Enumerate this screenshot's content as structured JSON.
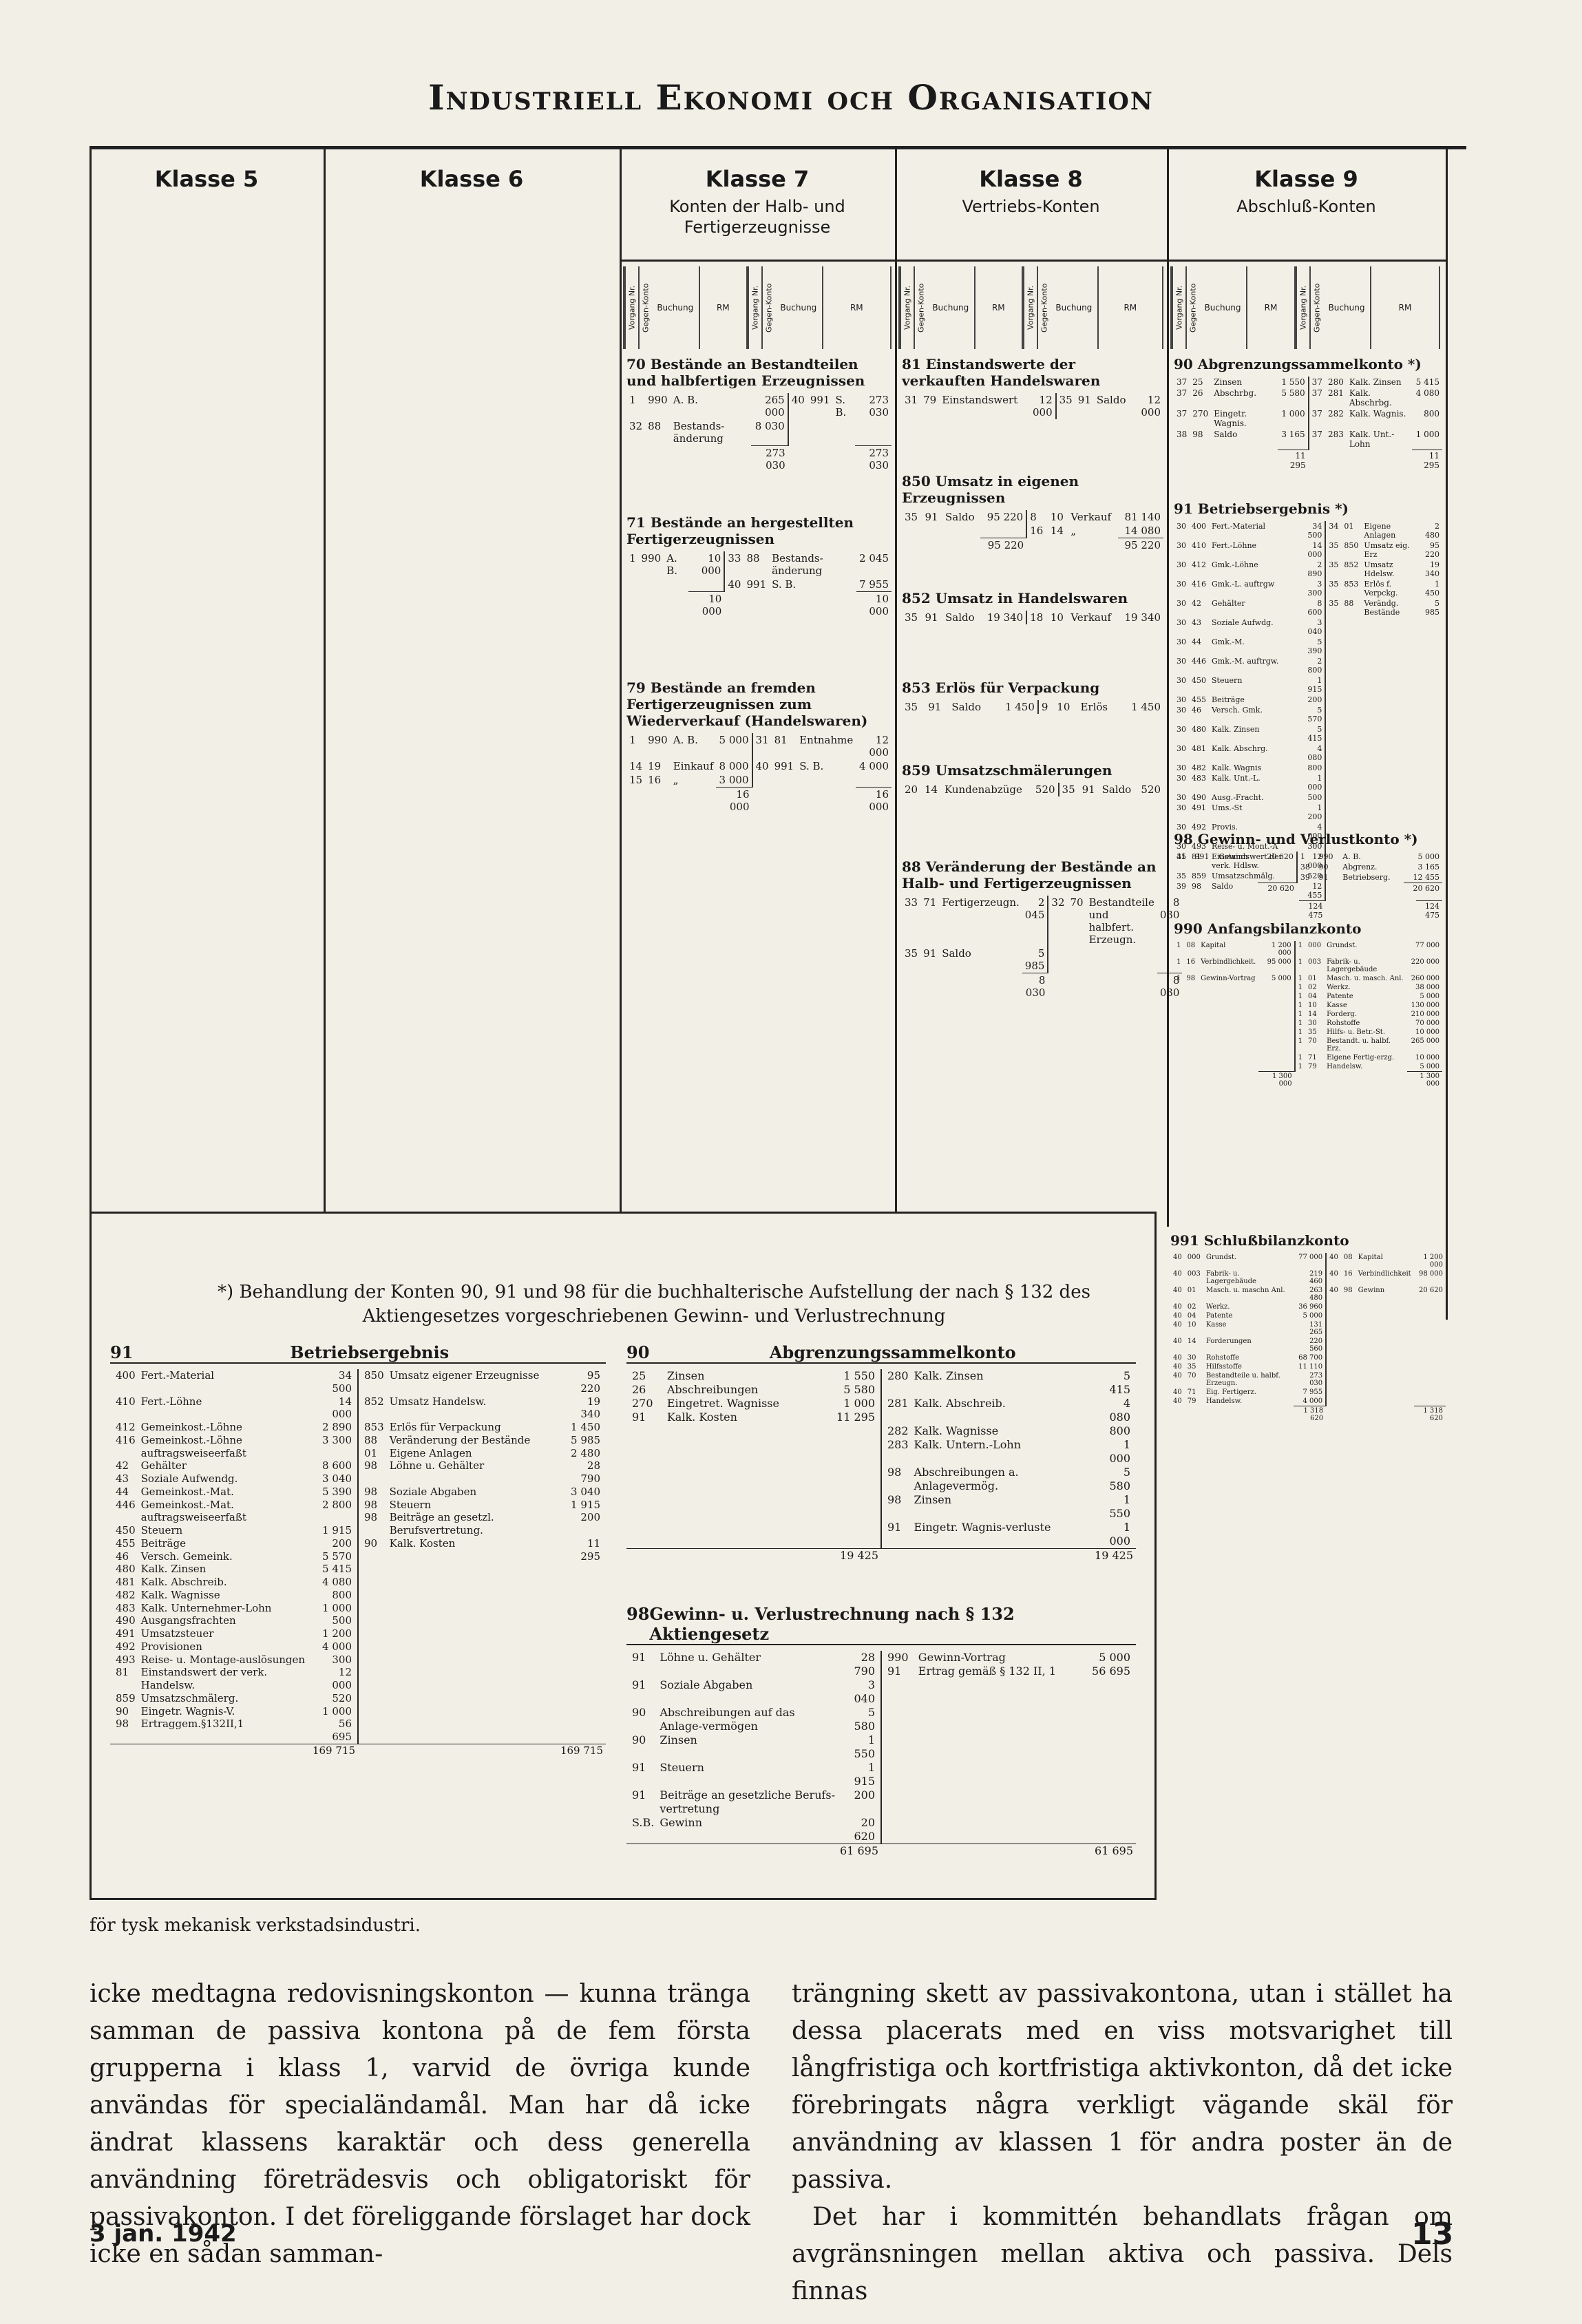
{
  "header": {
    "title": "Industriell Ekonomi och Organisation"
  },
  "classes": [
    {
      "name": "Klasse 5",
      "sub": ""
    },
    {
      "name": "Klasse 6",
      "sub": ""
    },
    {
      "name": "Klasse 7",
      "sub": "Konten der Halb- und Fertigerzeugnisse"
    },
    {
      "name": "Klasse 8",
      "sub": "Vertriebs-Konten"
    },
    {
      "name": "Klasse 9",
      "sub": "Abschluß-Konten"
    }
  ],
  "colheads": {
    "vorgang": "Vorgang Nr.",
    "gegen": "Gegen-Konto",
    "buchung": "Buchung",
    "rm": "RM"
  },
  "k7": {
    "a70": {
      "title": "70   Bestände an Bestandteilen und halbfertigen Erzeugnissen",
      "rows": [
        [
          "1",
          "990",
          "A. B.",
          "265 000",
          "40",
          "991",
          "S. B.",
          "273 030"
        ],
        [
          "32",
          "88",
          "Bestands-änderung",
          "8 030",
          "",
          "",
          "",
          ""
        ]
      ],
      "total": "273 030"
    },
    "a71": {
      "title": "71   Bestände an hergestellten Fertigerzeugnissen",
      "rows": [
        [
          "1",
          "990",
          "A. B.",
          "10 000",
          "33",
          "88",
          "Bestands-änderung",
          "2 045"
        ],
        [
          "",
          "",
          "",
          "",
          "40",
          "991",
          "S. B.",
          "7 955"
        ]
      ],
      "total": "10 000"
    },
    "a79": {
      "title": "79   Bestände an fremden Fertigerzeugnissen zum Wiederverkauf (Handelswaren)",
      "rows": [
        [
          "1",
          "990",
          "A. B.",
          "5 000",
          "31",
          "81",
          "Entnahme",
          "12 000"
        ],
        [
          "14",
          "19",
          "Einkauf",
          "8 000",
          "40",
          "991",
          "S. B.",
          "4 000"
        ],
        [
          "15",
          "16",
          "„",
          "3 000",
          "",
          "",
          "",
          ""
        ]
      ],
      "total": "16 000"
    }
  },
  "k8": {
    "a81": {
      "title": "81 Einstandswerte der verkauften Handelswaren",
      "rows": [
        [
          "31",
          "79",
          "Einstandswert",
          "12 000",
          "35",
          "91",
          "Saldo",
          "12 000"
        ]
      ]
    },
    "a850": {
      "title": "850 Umsatz in eigenen Erzeugnissen",
      "rows": [
        [
          "35",
          "91",
          "Saldo",
          "95 220",
          "8",
          "10",
          "Verkauf",
          "81 140"
        ],
        [
          "",
          "",
          "",
          "",
          "16",
          "14",
          "„",
          "14 080"
        ]
      ],
      "total": "95 220"
    },
    "a852": {
      "title": "852   Umsatz in Handelswaren",
      "rows": [
        [
          "35",
          "91",
          "Saldo",
          "19 340",
          "18",
          "10",
          "Verkauf",
          "19 340"
        ]
      ]
    },
    "a853": {
      "title": "853   Erlös für Verpackung",
      "rows": [
        [
          "35",
          "91",
          "Saldo",
          "1 450",
          "9",
          "10",
          "Erlös",
          "1 450"
        ]
      ]
    },
    "a859": {
      "title": "859   Umsatzschmälerungen",
      "rows": [
        [
          "20",
          "14",
          "Kundenabzüge",
          "520",
          "35",
          "91",
          "Saldo",
          "520"
        ]
      ]
    },
    "a88": {
      "title": "88 Veränderung der Bestände an Halb- und Fertigerzeugnissen",
      "rows": [
        [
          "33",
          "71",
          "Fertigerzeugn.",
          "2 045",
          "32",
          "70",
          "Bestandteile und halbfert. Erzeugn.",
          "8 030"
        ],
        [
          "35",
          "91",
          "Saldo",
          "5 985",
          "",
          "",
          "",
          ""
        ]
      ],
      "total": "8 030"
    }
  },
  "k9": {
    "a90": {
      "title": "90   Abgrenzungssammelkonto *)",
      "rows": [
        [
          "37",
          "25",
          "Zinsen",
          "1 550",
          "37",
          "280",
          "Kalk. Zinsen",
          "5 415"
        ],
        [
          "37",
          "26",
          "Abschrbg.",
          "5 580",
          "37",
          "281",
          "Kalk. Abschrbg.",
          "4 080"
        ],
        [
          "37",
          "270",
          "Eingetr. Wagnis.",
          "1 000",
          "37",
          "282",
          "Kalk. Wagnis.",
          "800"
        ],
        [
          "38",
          "98",
          "Saldo",
          "3 165",
          "37",
          "283",
          "Kalk. Unt.-Lohn",
          "1 000"
        ]
      ],
      "total": "11 295"
    },
    "a91": {
      "title": "91   Betriebsergebnis *)",
      "rows": [
        [
          "30",
          "400",
          "Fert.-Material",
          "34 500",
          "34",
          "01",
          "Eigene Anlagen",
          "2 480"
        ],
        [
          "30",
          "410",
          "Fert.-Löhne",
          "14 000",
          "35",
          "850",
          "Umsatz eig. Erz",
          "95 220"
        ],
        [
          "30",
          "412",
          "Gmk.-Löhne",
          "2 890",
          "35",
          "852",
          "Umsatz Hdelsw.",
          "19 340"
        ],
        [
          "30",
          "416",
          "Gmk.-L. auftrgw",
          "3 300",
          "35",
          "853",
          "Erlös f. Verpckg.",
          "1 450"
        ],
        [
          "30",
          "42",
          "Gehälter",
          "8 600",
          "35",
          "88",
          "Verändg. Bestände",
          "5 985"
        ],
        [
          "30",
          "43",
          "Soziale Aufwdg.",
          "3 040",
          "",
          "",
          "",
          ""
        ],
        [
          "30",
          "44",
          "Gmk.-M.",
          "5 390",
          "",
          "",
          "",
          ""
        ],
        [
          "30",
          "446",
          "Gmk.-M. auftrgw.",
          "2 800",
          "",
          "",
          "",
          ""
        ],
        [
          "30",
          "450",
          "Steuern",
          "1 915",
          "",
          "",
          "",
          ""
        ],
        [
          "30",
          "455",
          "Beiträge",
          "200",
          "",
          "",
          "",
          ""
        ],
        [
          "30",
          "46",
          "Versch. Gmk.",
          "5 570",
          "",
          "",
          "",
          ""
        ],
        [
          "30",
          "480",
          "Kalk. Zinsen",
          "5 415",
          "",
          "",
          "",
          ""
        ],
        [
          "30",
          "481",
          "Kalk. Abschrg.",
          "4 080",
          "",
          "",
          "",
          ""
        ],
        [
          "30",
          "482",
          "Kalk. Wagnis",
          "800",
          "",
          "",
          "",
          ""
        ],
        [
          "30",
          "483",
          "Kalk. Unt.-L.",
          "1 000",
          "",
          "",
          "",
          ""
        ],
        [
          "30",
          "490",
          "Ausg.-Fracht.",
          "500",
          "",
          "",
          "",
          ""
        ],
        [
          "30",
          "491",
          "Ums.-St",
          "1 200",
          "",
          "",
          "",
          ""
        ],
        [
          "30",
          "492",
          "Provis.",
          "4 000",
          "",
          "",
          "",
          ""
        ],
        [
          "30",
          "493",
          "Reise- u. Mont.-A",
          "300",
          "",
          "",
          "",
          ""
        ],
        [
          "35",
          "81",
          "Einstandswert der verk. Hdlsw.",
          "12 000",
          "",
          "",
          "",
          ""
        ],
        [
          "35",
          "859",
          "Umsatzschmälg.",
          "520",
          "",
          "",
          "",
          ""
        ],
        [
          "39",
          "98",
          "Saldo",
          "12 455",
          "",
          "",
          "",
          ""
        ]
      ],
      "total": "124 475"
    },
    "a98": {
      "title": "98   Gewinn- und Verlustkonto *)",
      "rows": [
        [
          "41",
          "991",
          "Gewinn",
          "20 620",
          "1",
          "990",
          "A. B.",
          "5 000"
        ],
        [
          "",
          "",
          "",
          "",
          "38",
          "90",
          "Abgrenz.",
          "3 165"
        ],
        [
          "",
          "",
          "",
          "",
          "39",
          "91",
          "Betriebserg.",
          "12 455"
        ]
      ],
      "total": "20 620"
    },
    "a990": {
      "title": "990   Anfangsbilanzkonto",
      "rows": [
        [
          "1",
          "08",
          "Kapital",
          "1 200 000",
          "1",
          "000",
          "Grundst.",
          "77 000"
        ],
        [
          "1",
          "16",
          "Verbindlichkeit.",
          "95 000",
          "1",
          "003",
          "Fabrik- u. Lagergebäude",
          "220 000"
        ],
        [
          "1",
          "98",
          "Gewinn-Vortrag",
          "5 000",
          "1",
          "01",
          "Masch. u. masch. Anl.",
          "260 000"
        ],
        [
          "",
          "",
          "",
          "",
          "1",
          "02",
          "Werkz.",
          "38 000"
        ],
        [
          "",
          "",
          "",
          "",
          "1",
          "04",
          "Patente",
          "5 000"
        ],
        [
          "",
          "",
          "",
          "",
          "1",
          "10",
          "Kasse",
          "130 000"
        ],
        [
          "",
          "",
          "",
          "",
          "1",
          "14",
          "Forderg.",
          "210 000"
        ],
        [
          "",
          "",
          "",
          "",
          "1",
          "30",
          "Rohstoffe",
          "70 000"
        ],
        [
          "",
          "",
          "",
          "",
          "1",
          "35",
          "Hilfs- u. Betr.-St.",
          "10 000"
        ],
        [
          "",
          "",
          "",
          "",
          "1",
          "70",
          "Bestandt. u. halbf. Erz.",
          "265 000"
        ],
        [
          "",
          "",
          "",
          "",
          "1",
          "71",
          "Eigene Fertig-erzg.",
          "10 000"
        ],
        [
          "",
          "",
          "",
          "",
          "1",
          "79",
          "Handelsw.",
          "5 000"
        ]
      ],
      "total": "1 300 000"
    },
    "a991": {
      "title": "991   Schlußbilanzkonto",
      "rows": [
        [
          "40",
          "000",
          "Grundst.",
          "77 000",
          "40",
          "08",
          "Kapital",
          "1 200 000"
        ],
        [
          "40",
          "003",
          "Fabrik- u. Lagergebäude",
          "219 460",
          "40",
          "16",
          "Verbindlichkeit",
          "98 000"
        ],
        [
          "40",
          "01",
          "Masch. u. maschn Anl.",
          "263 480",
          "40",
          "98",
          "Gewinn",
          "20 620"
        ],
        [
          "40",
          "02",
          "Werkz.",
          "36 960",
          "",
          "",
          "",
          ""
        ],
        [
          "40",
          "04",
          "Patente",
          "5 000",
          "",
          "",
          "",
          ""
        ],
        [
          "40",
          "10",
          "Kasse",
          "131 265",
          "",
          "",
          "",
          ""
        ],
        [
          "40",
          "14",
          "Forderungen",
          "220 560",
          "",
          "",
          "",
          ""
        ],
        [
          "40",
          "30",
          "Rohstoffe",
          "68 700",
          "",
          "",
          "",
          ""
        ],
        [
          "40",
          "35",
          "Hilfsstoffe",
          "11 110",
          "",
          "",
          "",
          ""
        ],
        [
          "40",
          "70",
          "Bestandteile u. halbf. Erzeugn.",
          "273 030",
          "",
          "",
          "",
          ""
        ],
        [
          "40",
          "71",
          "Eig. Fertigerz.",
          "7 955",
          "",
          "",
          "",
          ""
        ],
        [
          "40",
          "79",
          "Handelsw.",
          "4 000",
          "",
          "",
          "",
          ""
        ]
      ],
      "total": "1 318 620"
    }
  },
  "footnote": "*) Behandlung der Konten 90, 91 und 98 für die buchhalterische Aufstellung der nach § 132 des Aktiengesetzes vorgeschriebenen Gewinn- und Verlustrechnung",
  "f91": {
    "num": "91",
    "title": "Betriebsergebnis",
    "left": [
      [
        "400",
        "Fert.-Material",
        "34 500"
      ],
      [
        "410",
        "Fert.-Löhne",
        "14 000"
      ],
      [
        "412",
        "Gemeinkost.-Löhne",
        "2 890"
      ],
      [
        "416",
        "Gemeinkost.-Löhne auftragsweiseerfaßt",
        "3 300"
      ],
      [
        "42",
        "Gehälter",
        "8 600"
      ],
      [
        "43",
        "Soziale Aufwendg.",
        "3 040"
      ],
      [
        "44",
        "Gemeinkost.-Mat.",
        "5 390"
      ],
      [
        "446",
        "Gemeinkost.-Mat. auftragsweiseerfaßt",
        "2 800"
      ],
      [
        "450",
        "Steuern",
        "1 915"
      ],
      [
        "455",
        "Beiträge",
        "200"
      ],
      [
        "46",
        "Versch. Gemeink.",
        "5 570"
      ],
      [
        "480",
        "Kalk. Zinsen",
        "5 415"
      ],
      [
        "481",
        "Kalk. Abschreib.",
        "4 080"
      ],
      [
        "482",
        "Kalk. Wagnisse",
        "800"
      ],
      [
        "483",
        "Kalk. Unternehmer-Lohn",
        "1 000"
      ],
      [
        "490",
        "Ausgangsfrachten",
        "500"
      ],
      [
        "491",
        "Umsatzsteuer",
        "1 200"
      ],
      [
        "492",
        "Provisionen",
        "4 000"
      ],
      [
        "493",
        "Reise- u. Montage-auslösungen",
        "300"
      ],
      [
        "81",
        "Einstandswert der verk. Handelsw.",
        "12 000"
      ],
      [
        "859",
        "Umsatzschmälerg.",
        "520"
      ],
      [
        "90",
        "Eingetr. Wagnis-V.",
        "1 000"
      ],
      [
        "98",
        "Ertraggem.§132II,1",
        "56 695"
      ]
    ],
    "ltotal": "169 715",
    "right": [
      [
        "850",
        "Umsatz eigener Erzeugnisse",
        "95 220"
      ],
      [
        "852",
        "Umsatz Handelsw.",
        "19 340"
      ],
      [
        "853",
        "Erlös für Verpackung",
        "1 450"
      ],
      [
        "88",
        "Veränderung der Bestände",
        "5 985"
      ],
      [
        "01",
        "Eigene Anlagen",
        "2 480"
      ],
      [
        "98",
        "Löhne u. Gehälter",
        "28 790"
      ],
      [
        "98",
        "Soziale Abgaben",
        "3 040"
      ],
      [
        "98",
        "Steuern",
        "1 915"
      ],
      [
        "98",
        "Beiträge an gesetzl. Berufsvertretung.",
        "200"
      ],
      [
        "90",
        "Kalk. Kosten",
        "11 295"
      ]
    ],
    "rtotal": "169 715"
  },
  "f90": {
    "num": "90",
    "title": "Abgrenzungssammelkonto",
    "left": [
      [
        "25",
        "Zinsen",
        "1 550"
      ],
      [
        "26",
        "Abschreibungen",
        "5 580"
      ],
      [
        "270",
        "Eingetret. Wagnisse",
        "1 000"
      ],
      [
        "91",
        "Kalk. Kosten",
        "11 295"
      ]
    ],
    "ltotal": "19 425",
    "right": [
      [
        "280",
        "Kalk. Zinsen",
        "5 415"
      ],
      [
        "281",
        "Kalk. Abschreib.",
        "4 080"
      ],
      [
        "282",
        "Kalk. Wagnisse",
        "800"
      ],
      [
        "283",
        "Kalk. Untern.-Lohn",
        "1 000"
      ],
      [
        "98",
        "Abschreibungen a. Anlagevermög.",
        "5 580"
      ],
      [
        "98",
        "Zinsen",
        "1 550"
      ],
      [
        "91",
        "Eingetr. Wagnis-verluste",
        "1 000"
      ]
    ],
    "rtotal": "19 425"
  },
  "f98": {
    "num": "98",
    "title": "Gewinn- u. Verlustrechnung nach § 132 Aktiengesetz",
    "left": [
      [
        "91",
        "Löhne u. Gehälter",
        "28 790"
      ],
      [
        "91",
        "Soziale Abgaben",
        "3 040"
      ],
      [
        "90",
        "Abschreibungen auf das Anlage-vermögen",
        "5 580"
      ],
      [
        "90",
        "Zinsen",
        "1 550"
      ],
      [
        "91",
        "Steuern",
        "1 915"
      ],
      [
        "91",
        "Beiträge an gesetzliche Berufs-vertretung",
        "200"
      ],
      [
        "S.B.",
        "Gewinn",
        "20 620"
      ]
    ],
    "ltotal": "61 695",
    "right": [
      [
        "990",
        "Gewinn-Vortrag",
        "5 000"
      ],
      [
        "91",
        "Ertrag gemäß § 132 II, 1",
        "56 695"
      ]
    ],
    "rtotal": "61 695"
  },
  "caption": "för tysk mekanisk verkstadsindustri.",
  "body": {
    "col1": "icke medtagna redovisningskonton — kunna tränga samman de passiva kontona på de fem första grupperna i klass 1, varvid de övriga kunde användas för specialändamål. Man har då icke ändrat klassens karaktär och dess generella användning företrädesvis och obligatoriskt för passivakonton. I det föreliggande förslaget har dock icke en sådan samman-",
    "col2a": "trängning skett av passivakontona, utan i stället ha dessa placerats med en viss motsvarighet till långfristiga och kortfristiga aktivkonton, då det icke förebringats några verkligt vägande skäl för användning av klassen 1 för andra poster än de passiva.",
    "col2b": "Det har i kommittén behandlats frågan om avgränsningen mellan aktiva och passiva. Dels finnas"
  },
  "footer": {
    "date": "3 jan. 1942",
    "page": "13"
  }
}
